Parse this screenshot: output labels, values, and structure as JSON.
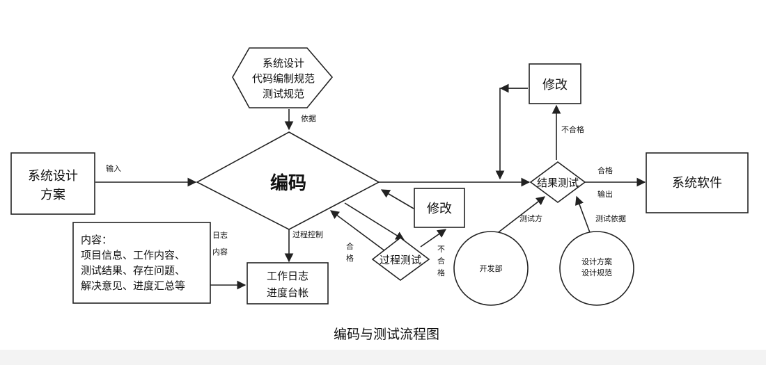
{
  "title": "编码与测试流程图",
  "nodes": {
    "hexagon": [
      "系统设计",
      "代码编制规范",
      "测试规范"
    ],
    "design_doc": [
      "系统设计",
      "方案"
    ],
    "coding": "编码",
    "content_box": [
      "内容：",
      "项目信息、工作内容、",
      "测试结果、存在问题、",
      "解决意见、进度汇总等"
    ],
    "work_log": [
      "工作日志",
      "进度台帐"
    ],
    "process_test": "过程测试",
    "modify_lower": "修改",
    "modify_upper": "修改",
    "result_test": "结果测试",
    "system_software": "系统软件",
    "dev_dept": "开发部",
    "design_spec": [
      "设计方案",
      "设计规范"
    ]
  },
  "edge_labels": {
    "basis": "依据",
    "input": "输入",
    "process_control": "过程控制",
    "log": "日志",
    "content": "内容",
    "pass_left": [
      "合",
      "格"
    ],
    "fail_process": [
      "不",
      "合",
      "格"
    ],
    "fail_result": "不合格",
    "pass_result": "合格",
    "output": "输出",
    "tester": "测试方",
    "test_basis": "测试依据"
  }
}
